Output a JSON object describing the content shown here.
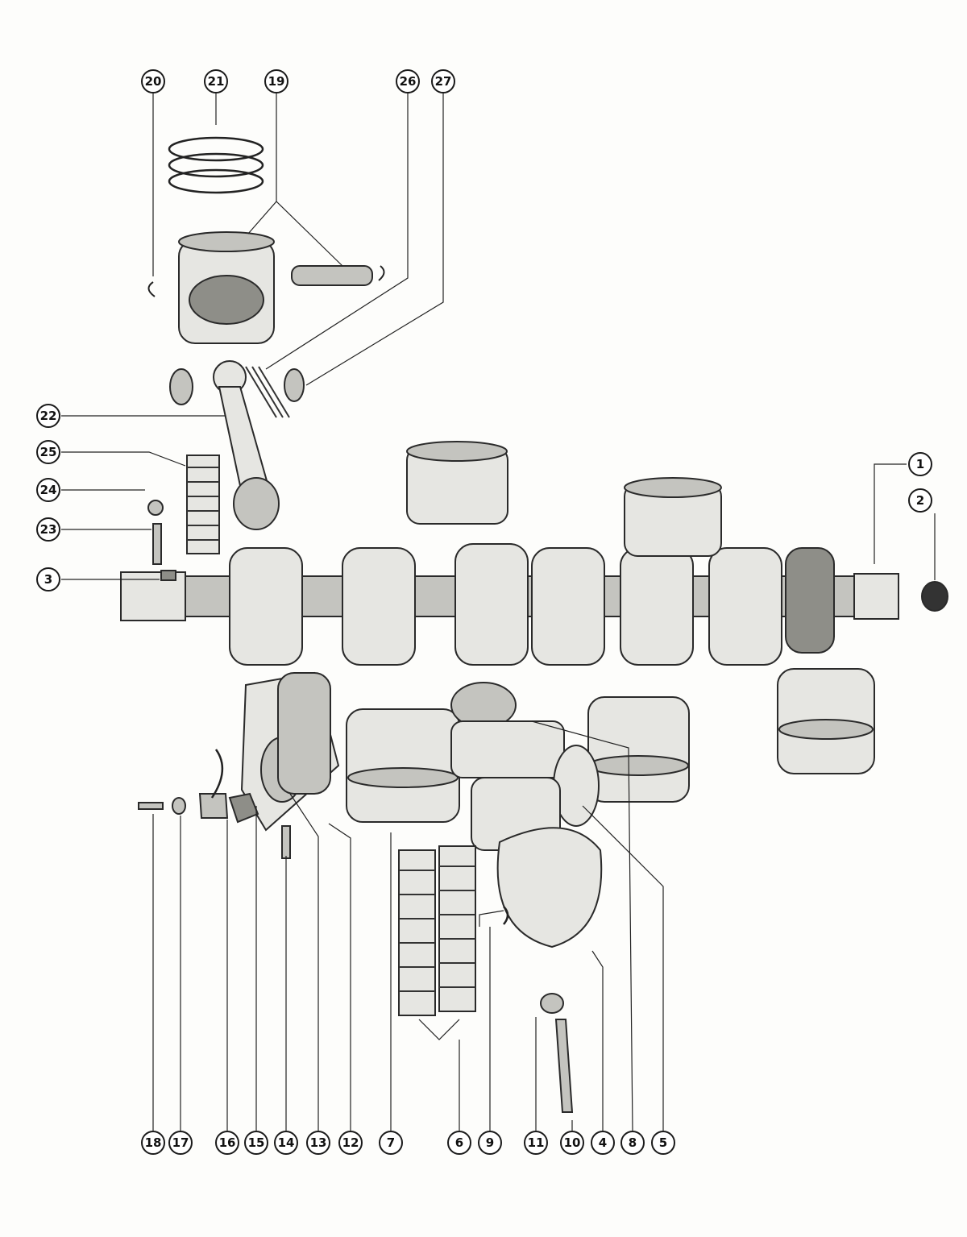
{
  "diagram": {
    "callouts": [
      {
        "id": "c1",
        "label": "1"
      },
      {
        "id": "c2",
        "label": "2"
      },
      {
        "id": "c3",
        "label": "3"
      },
      {
        "id": "c4",
        "label": "4"
      },
      {
        "id": "c5",
        "label": "5"
      },
      {
        "id": "c6",
        "label": "6"
      },
      {
        "id": "c7",
        "label": "7"
      },
      {
        "id": "c8",
        "label": "8"
      },
      {
        "id": "c9",
        "label": "9"
      },
      {
        "id": "c10",
        "label": "10"
      },
      {
        "id": "c11",
        "label": "11"
      },
      {
        "id": "c12",
        "label": "12"
      },
      {
        "id": "c13",
        "label": "13"
      },
      {
        "id": "c14",
        "label": "14"
      },
      {
        "id": "c15",
        "label": "15"
      },
      {
        "id": "c16",
        "label": "16"
      },
      {
        "id": "c17",
        "label": "17"
      },
      {
        "id": "c18",
        "label": "18"
      },
      {
        "id": "c19",
        "label": "19"
      },
      {
        "id": "c20",
        "label": "20"
      },
      {
        "id": "c21",
        "label": "21"
      },
      {
        "id": "c22",
        "label": "22"
      },
      {
        "id": "c23",
        "label": "23"
      },
      {
        "id": "c24",
        "label": "24"
      },
      {
        "id": "c25",
        "label": "25"
      },
      {
        "id": "c26",
        "label": "26"
      },
      {
        "id": "c27",
        "label": "27"
      }
    ]
  }
}
